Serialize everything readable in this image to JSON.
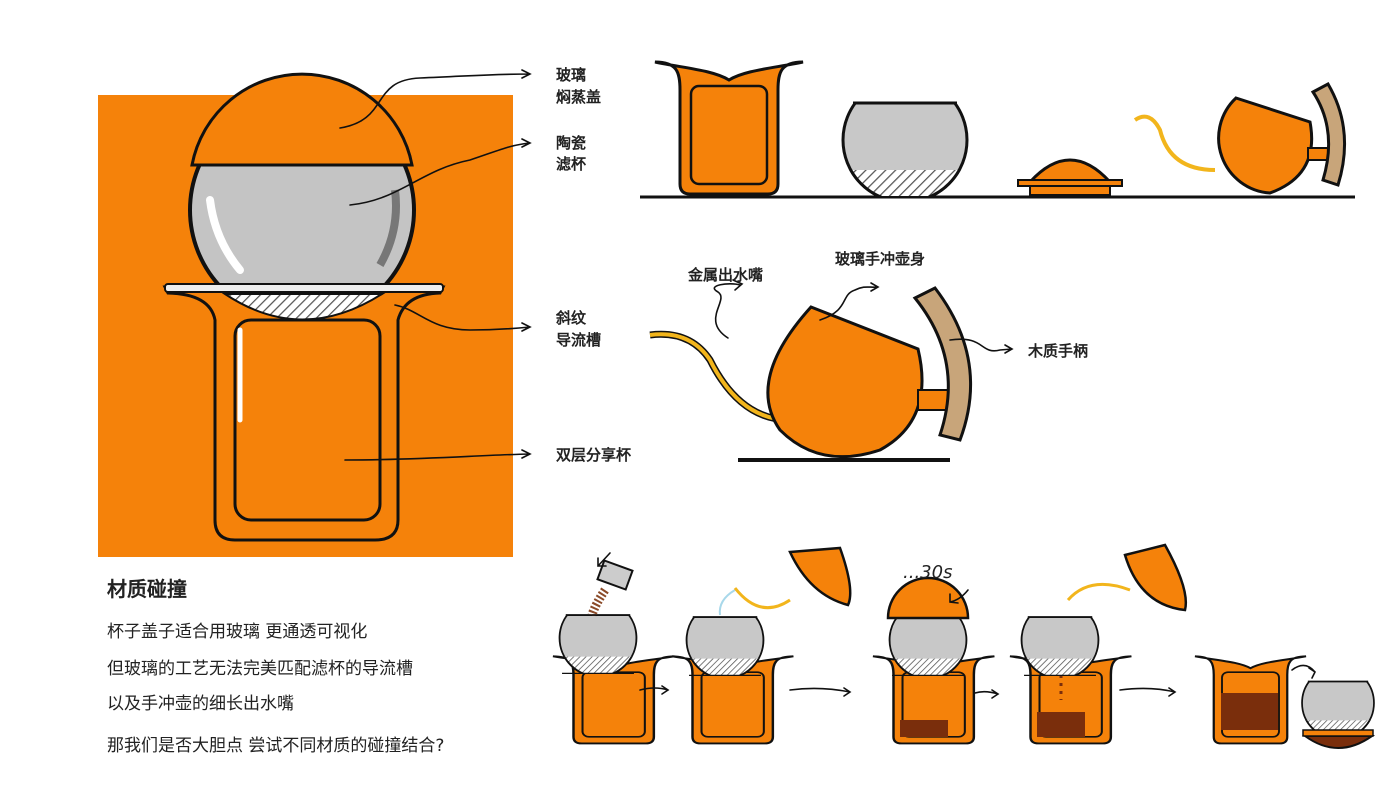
{
  "colors": {
    "orange": "#f5820a",
    "glass": "#c8c8c8",
    "wood": "#c8a57a",
    "metal": "#f2b51c",
    "coffee": "#7a2e0c"
  },
  "labels": {
    "lid": [
      "玻璃",
      "焖蒸盖"
    ],
    "filter": [
      "陶瓷",
      "滤杯"
    ],
    "groove": [
      "斜纹",
      "导流槽"
    ],
    "cup": "双层分享杯",
    "spout": "金属出水嘴",
    "body": "玻璃手冲壶身",
    "handle": "木质手柄",
    "timer": "...30s"
  },
  "text": {
    "heading": "材质碰撞",
    "lines": [
      "杯子盖子适合用玻璃 更通透可视化",
      "但玻璃的工艺无法完美匹配滤杯的导流槽",
      "以及手冲壶的细长出水嘴",
      "那我们是否大胆点 尝试不同材质的碰撞结合?"
    ]
  }
}
